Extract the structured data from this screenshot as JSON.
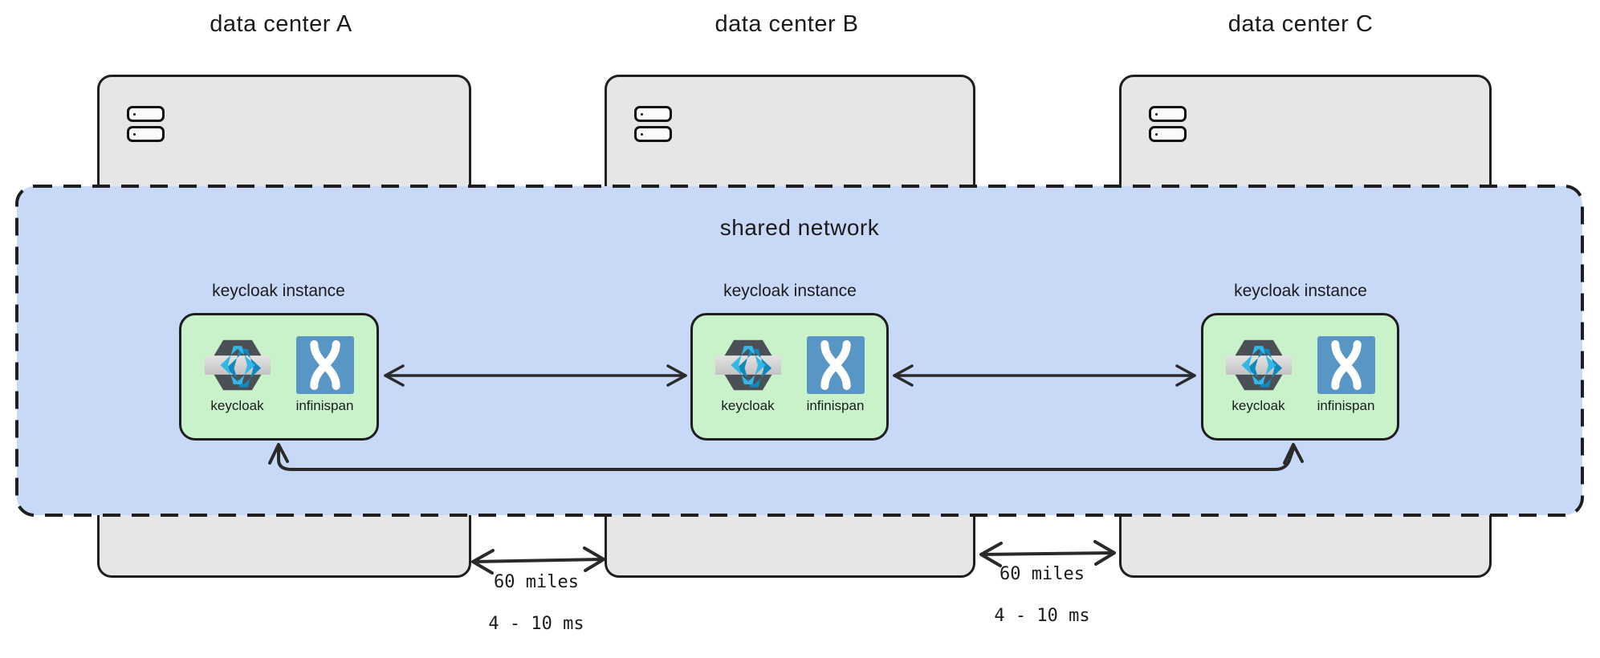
{
  "colors": {
    "network_fill": "#c8d9f8",
    "instance_fill": "#c9f2cb",
    "datacenter_fill": "#e6e6e6",
    "stroke": "#1e1e1e",
    "arrow": "#2a2a2a",
    "text": "#1b1b1b",
    "infinispan_blue": "#5796c5",
    "kc_cyan": "#35b7e5",
    "kc_cyan_dark": "#1187bb",
    "kc_hex": "#4a5055"
  },
  "diagram": {
    "network": {
      "label": "shared network"
    },
    "data_centers": [
      {
        "title": "data center A",
        "instance": {
          "label": "keycloak instance",
          "components": [
            "keycloak",
            "infinispan"
          ]
        }
      },
      {
        "title": "data center B",
        "instance": {
          "label": "keycloak instance",
          "components": [
            "keycloak",
            "infinispan"
          ]
        }
      },
      {
        "title": "data center C",
        "instance": {
          "label": "keycloak instance",
          "components": [
            "keycloak",
            "infinispan"
          ]
        }
      }
    ],
    "dc_links": [
      {
        "between": "A-B",
        "distance": "60 miles",
        "latency": "4 - 10 ms"
      },
      {
        "between": "B-C",
        "distance": "60 miles",
        "latency": "4 - 10 ms"
      }
    ],
    "icons": {
      "server": "server-rack-icon",
      "keycloak": "keycloak-logo-icon",
      "infinispan": "infinispan-logo-icon"
    }
  }
}
